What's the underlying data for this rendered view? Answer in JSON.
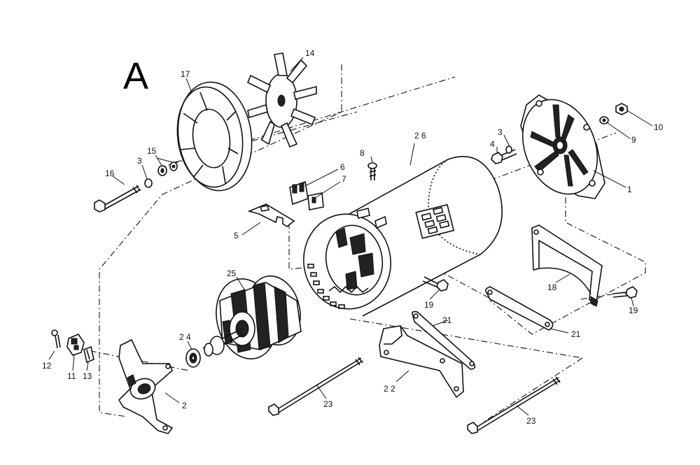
{
  "figure": {
    "view_letter": "A",
    "part_numbers": {
      "p1": "1",
      "p2": "2",
      "p3a": "3",
      "p3b": "3",
      "p4": "4",
      "p5": "5",
      "p6": "6",
      "p7": "7",
      "p8": "8",
      "p9": "9",
      "p10": "10",
      "p11": "11",
      "p12": "12",
      "p13": "13",
      "p14": "14",
      "p15": "15",
      "p16": "16",
      "p17": "17",
      "p18": "18",
      "p19a": "19",
      "p19b": "19",
      "p21a": "21",
      "p21b": "21",
      "p22": "2 2",
      "p23a": "23",
      "p23b": "23",
      "p24": "2 4",
      "p25": "25",
      "p26": "2 6"
    }
  }
}
